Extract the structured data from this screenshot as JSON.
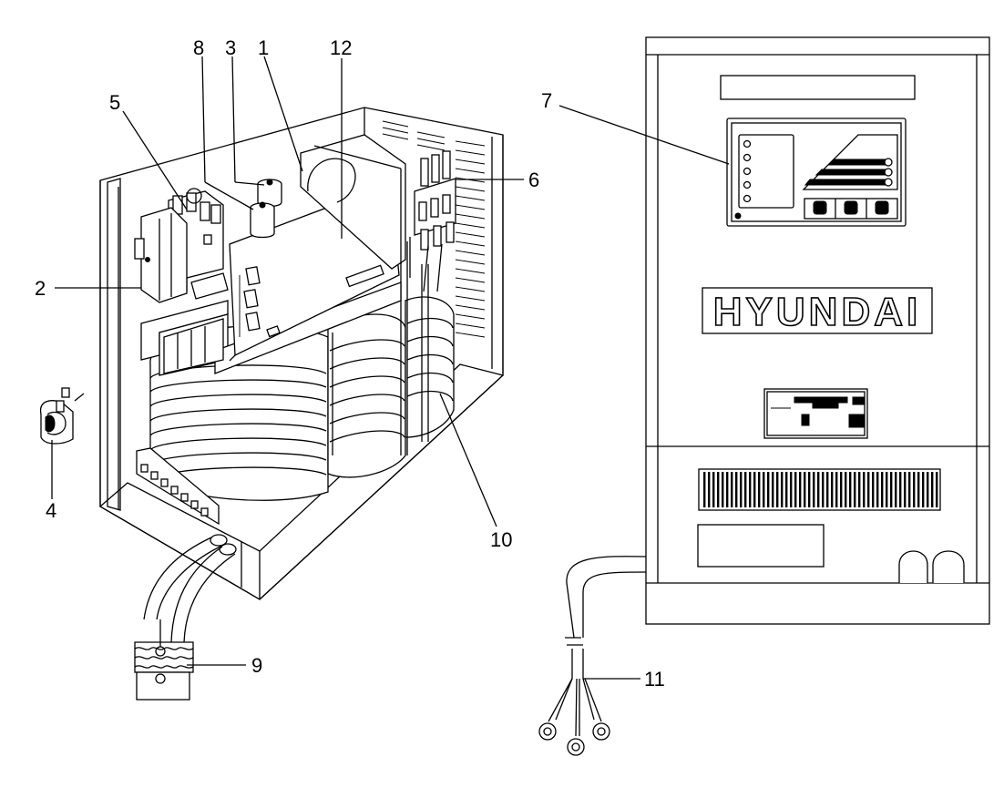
{
  "brand": {
    "name": "HYUNDAI"
  },
  "callouts": [
    {
      "id": "1",
      "label": "1"
    },
    {
      "id": "2",
      "label": "2"
    },
    {
      "id": "3",
      "label": "3"
    },
    {
      "id": "4",
      "label": "4"
    },
    {
      "id": "5",
      "label": "5"
    },
    {
      "id": "6",
      "label": "6"
    },
    {
      "id": "7",
      "label": "7"
    },
    {
      "id": "8",
      "label": "8"
    },
    {
      "id": "9",
      "label": "9"
    },
    {
      "id": "10",
      "label": "10"
    },
    {
      "id": "11",
      "label": "11"
    },
    {
      "id": "12",
      "label": "12"
    }
  ],
  "colors": {
    "line": "#000000",
    "background": "#ffffff"
  }
}
